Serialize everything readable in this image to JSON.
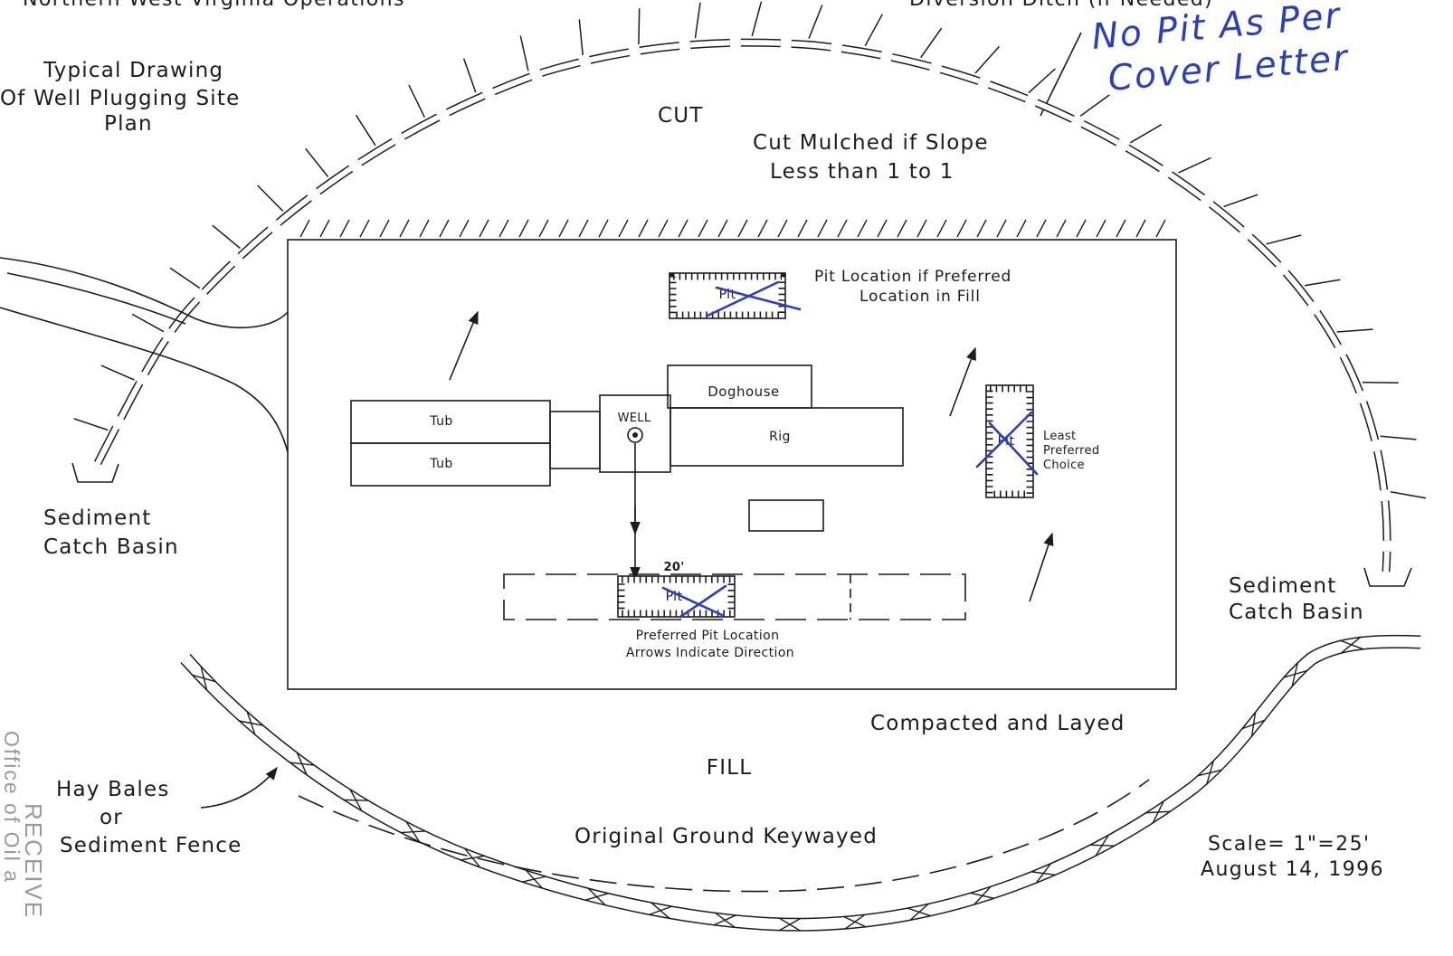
{
  "header": {
    "org": "Northern West Virginia Operations",
    "ditch_label": "Diversion Ditch (if Needed)"
  },
  "handwritten": {
    "line1": "No Pit As Per",
    "line2": "Cover Letter"
  },
  "title": {
    "line1": "Typical Drawing",
    "line2": "Of Well Plugging Site",
    "line3": "Plan"
  },
  "zones": {
    "cut": "CUT",
    "fill": "FILL"
  },
  "notes": {
    "cut_mulched_1": "Cut Mulched if Slope",
    "cut_mulched_2": "Less than 1 to 1",
    "compacted": "Compacted and Layed",
    "keywayed": "Original Ground Keywayed"
  },
  "pits": {
    "top_label": "Pit",
    "top_note_1": "Pit Location if Preferred",
    "top_note_2": "Location in Fill",
    "right_label": "Pit",
    "right_note_1": "Least",
    "right_note_2": "Preferred",
    "right_note_3": "Choice",
    "bottom_label": "Pit",
    "bottom_width": "20'",
    "bottom_note_1": "Preferred Pit Location",
    "bottom_note_2": "Arrows Indicate Direction"
  },
  "equipment": {
    "doghouse": "Doghouse",
    "tub_1": "Tub",
    "tub_2": "Tub",
    "well": "WELL",
    "rig": "Rig"
  },
  "basins": {
    "left_1": "Sediment",
    "left_2": "Catch Basin",
    "right_1": "Sediment",
    "right_2": "Catch Basin"
  },
  "fence": {
    "line1": "Hay Bales",
    "line2": "or",
    "line3": "Sediment Fence"
  },
  "scale": {
    "scale": "Scale=  1\"=25'",
    "date": "August 14, 1996"
  },
  "stamp": {
    "line1": "RECEIVE",
    "line2": "Office of Oil a"
  },
  "colors": {
    "ink": "#1c1c1c",
    "pen": "#2a3fc0",
    "paper": "#ffffff",
    "stamp": "#9a9a9a"
  }
}
